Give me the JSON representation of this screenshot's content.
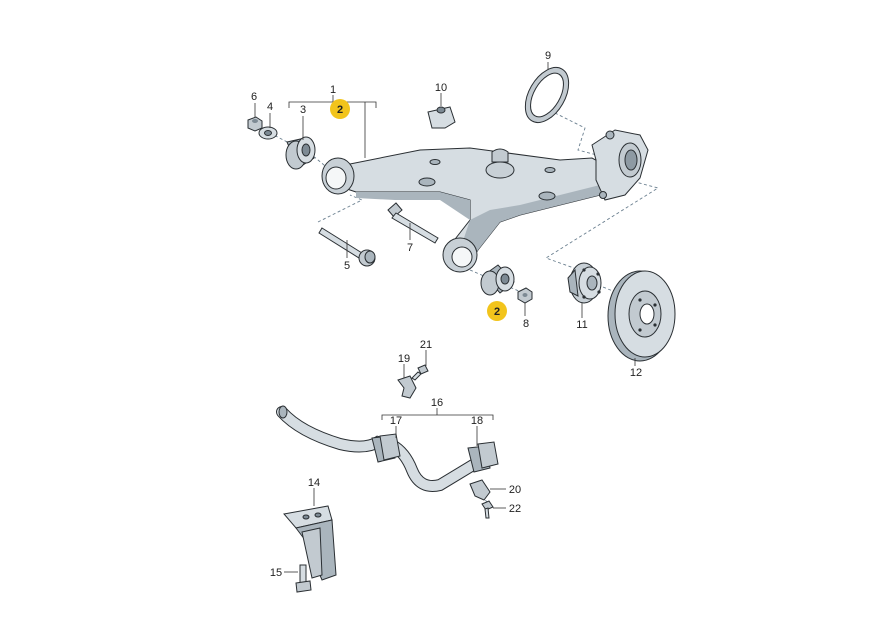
{
  "colors": {
    "part_fill": "#d6dde2",
    "part_shade": "#aab5bd",
    "part_dark": "#7d8a94",
    "highlight": "#f2c41c",
    "line": "#333333"
  },
  "labels": {
    "p1": "1",
    "p2a": "2",
    "p2b": "2",
    "p3": "3",
    "p4": "4",
    "p5": "5",
    "p6": "6",
    "p7": "7",
    "p8": "8",
    "p9": "9",
    "p10": "10",
    "p11": "11",
    "p12": "12",
    "p14": "14",
    "p15": "15",
    "p16": "16",
    "p17": "17",
    "p18": "18",
    "p19": "19",
    "p20": "20",
    "p21": "21",
    "p22": "22"
  }
}
